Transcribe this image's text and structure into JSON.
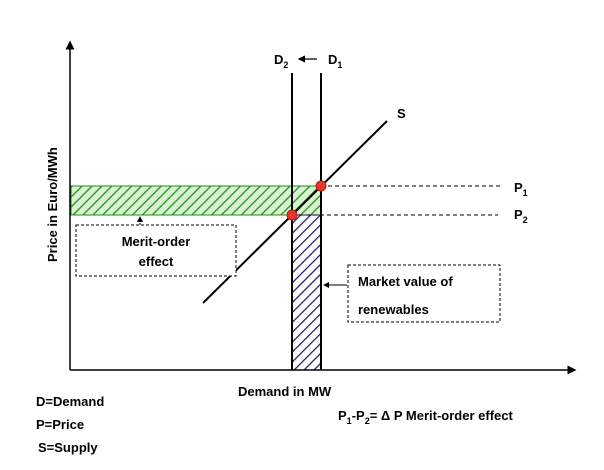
{
  "axes": {
    "y_label": "Price in Euro/MWh",
    "x_label": "Demand in MW"
  },
  "curves": {
    "d2": "D",
    "d2_sub": "2",
    "d1": "D",
    "d1_sub": "1",
    "s": "S"
  },
  "prices": {
    "p1": "P",
    "p1_sub": "1",
    "p2": "P",
    "p2_sub": "2"
  },
  "boxes": {
    "merit_line1": "Merit-order",
    "merit_line2": "effect",
    "market_line1": "Market value of",
    "market_line2": "renewables"
  },
  "legend": {
    "demand": "D=Demand",
    "price": "P=Price",
    "supply": "S=Supply"
  },
  "formula": {
    "p": "P",
    "sub1": "1",
    "dash": "-P",
    "sub2": "2",
    "rest": "= Δ P Merit-order effect"
  },
  "colors": {
    "green_hatch": "#1f8a1f",
    "green_fill": "#d9f2d0",
    "blue_hatch": "#1a1a6e",
    "point": "#e8372a"
  }
}
